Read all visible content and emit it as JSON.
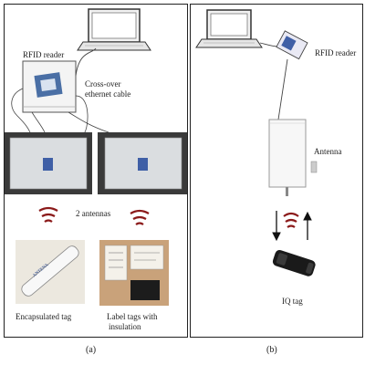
{
  "panel_a": {
    "rfid_reader_label": "RFID reader",
    "cable_label_line1": "Cross-over",
    "cable_label_line2": "ethernet cable",
    "antennas_label": "2 antennas",
    "encapsulated_tag_label": "Encapsulated tag",
    "label_tags_line1": "Label tags with",
    "label_tags_line2": "insulation",
    "tag_print": "ANTENA",
    "caption": "(a)"
  },
  "panel_b": {
    "rfid_reader_label": "RFID reader",
    "antenna_label": "Antenna",
    "iq_tag_label": "IQ tag",
    "caption": "(b)"
  }
}
